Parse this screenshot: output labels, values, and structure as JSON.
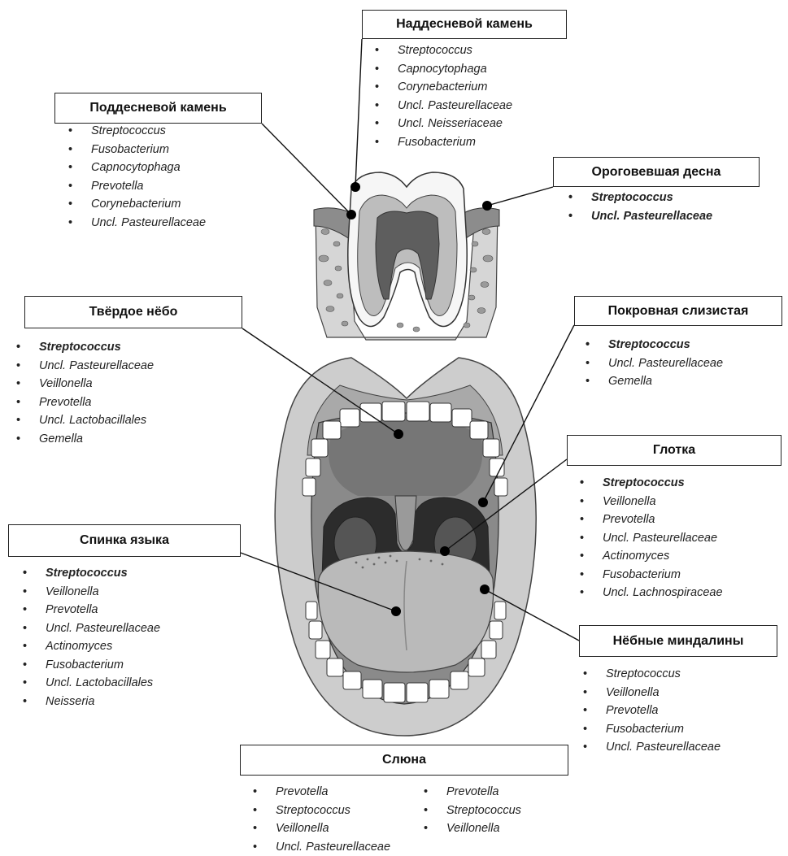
{
  "sites": [
    {
      "id": "supragingival",
      "label": "Наддесневой камень",
      "bacteria": [
        "Streptococcus",
        "Capnocytophaga",
        "Corynebacterium",
        "Uncl. Pasteurellaceae",
        "Uncl. Neisseriaceae",
        "Fusobacterium"
      ],
      "bold_count": 0
    },
    {
      "id": "subgingival",
      "label": "Поддесневой камень",
      "bacteria": [
        "Streptococcus",
        "Fusobacterium",
        "Capnocytophaga",
        "Prevotella",
        "Corynebacterium",
        "Uncl. Pasteurellaceae"
      ],
      "bold_count": 0
    },
    {
      "id": "keratinized-gingiva",
      "label": "Ороговевшая десна",
      "bacteria": [
        "Streptococcus",
        "Uncl. Pasteurellaceae"
      ],
      "bold_count": 2
    },
    {
      "id": "hard-palate",
      "label": "Твёрдое нёбо",
      "bacteria": [
        "Streptococcus",
        "Uncl. Pasteurellaceae",
        "Veillonella",
        "Prevotella",
        "Uncl. Lactobacillales",
        "Gemella"
      ],
      "bold_count": 1
    },
    {
      "id": "buccal-mucosa",
      "label": "Покровная слизистая",
      "bacteria": [
        "Streptococcus",
        "Uncl. Pasteurellaceae",
        "Gemella"
      ],
      "bold_count": 1
    },
    {
      "id": "throat",
      "label": "Глотка",
      "bacteria": [
        "Streptococcus",
        "Veillonella",
        "Prevotella",
        "Uncl. Pasteurellaceae",
        "Actinomyces",
        "Fusobacterium",
        "Uncl. Lachnospiraceae"
      ],
      "bold_count": 1
    },
    {
      "id": "tongue-dorsum",
      "label": "Спинка языка",
      "bacteria": [
        "Streptococcus",
        "Veillonella",
        "Prevotella",
        "Uncl. Pasteurellaceae",
        "Actinomyces",
        "Fusobacterium",
        "Uncl. Lactobacillales",
        "Neisseria"
      ],
      "bold_count": 1
    },
    {
      "id": "palatine-tonsils",
      "label": "Нёбные миндалины",
      "bacteria": [
        "Streptococcus",
        "Veillonella",
        "Prevotella",
        "Fusobacterium",
        "Uncl. Pasteurellaceae"
      ],
      "bold_count": 0
    },
    {
      "id": "saliva",
      "label": "Слюна",
      "bacteria": [
        "Prevotella",
        "Streptococcus",
        "Veillonella",
        "Uncl. Pasteurellaceae"
      ],
      "bacteria_col2": [
        "Prevotella",
        "Streptococcus",
        "Veillonella"
      ],
      "bold_count": 0
    }
  ],
  "colors": {
    "line": "#111111",
    "box_border": "#222222",
    "lip": "#c8c8c8",
    "gum": "#a4a4a4",
    "palate": "#7d7d7d",
    "throat": "#2f2f2f",
    "tongue": "#b9b9b9",
    "tooth": "#ffffff",
    "pulp": "#8e8e8e",
    "bone": "#d4d4d4"
  }
}
